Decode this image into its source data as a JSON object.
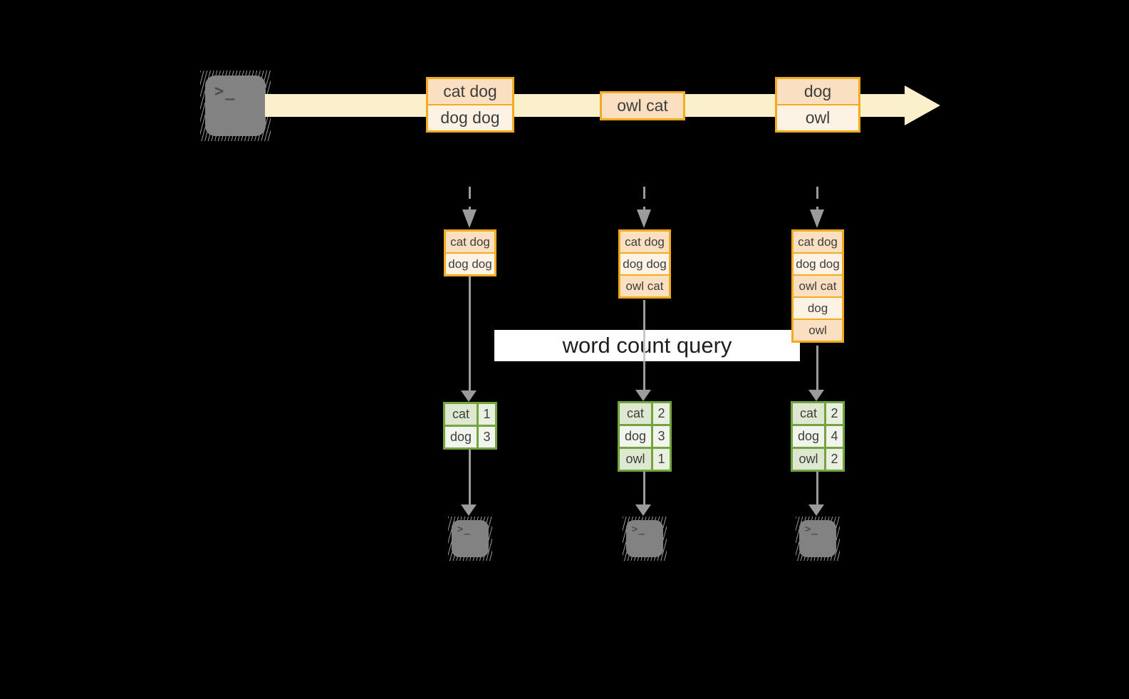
{
  "query_banner": {
    "label": "word count query"
  },
  "terminal": {
    "prompt": ">_"
  },
  "stream": {
    "events": [
      {
        "lines": [
          "cat dog",
          "dog dog"
        ]
      },
      {
        "lines": [
          "owl cat"
        ]
      },
      {
        "lines": [
          "dog",
          "owl"
        ]
      }
    ]
  },
  "stacks": [
    {
      "cells": [
        "cat dog",
        "dog dog"
      ]
    },
    {
      "cells": [
        "cat dog",
        "dog dog",
        "owl cat"
      ]
    },
    {
      "cells": [
        "cat dog",
        "dog dog",
        "owl cat",
        "dog",
        "owl"
      ]
    }
  ],
  "count_tables": [
    {
      "rows": [
        {
          "word": "cat",
          "count": "1"
        },
        {
          "word": "dog",
          "count": "3"
        }
      ]
    },
    {
      "rows": [
        {
          "word": "cat",
          "count": "2"
        },
        {
          "word": "dog",
          "count": "3"
        },
        {
          "word": "owl",
          "count": "1"
        }
      ]
    },
    {
      "rows": [
        {
          "word": "cat",
          "count": "2"
        },
        {
          "word": "dog",
          "count": "4"
        },
        {
          "word": "owl",
          "count": "2"
        }
      ]
    }
  ],
  "colors": {
    "background": "#000000",
    "amber": "#F0AC1E",
    "peach": "#FAE0C0",
    "cream": "#FDF2E3",
    "stream": "#FAF0CC",
    "green": "#72A53F",
    "sage_dark": "#DEE8D0",
    "sage_mid": "#EAF0E0",
    "sage_light": "#F2F5ED",
    "gray": "#9B9B9B",
    "icon_gray": "#828282",
    "banner_bg": "#FFFFFF",
    "banner_text": "#1F1F1F",
    "text": "#3D3D3D"
  }
}
